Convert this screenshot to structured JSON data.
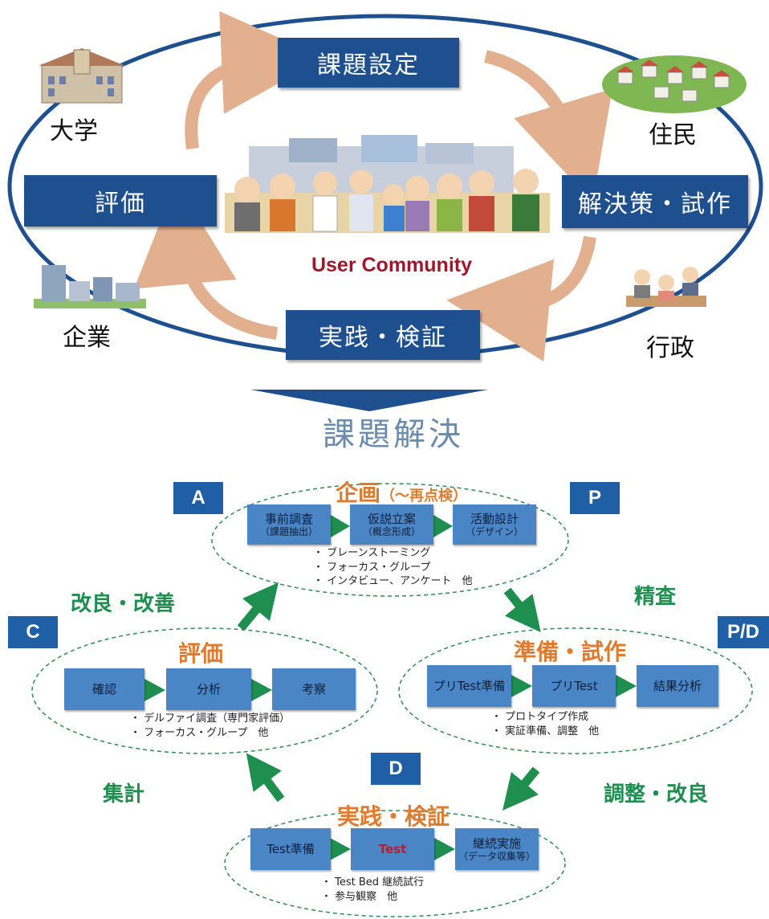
{
  "top_cycle": {
    "steps": {
      "issue_setting": "課題設定",
      "solution_trial": "解決策・試作",
      "practice_verify": "実践・検証",
      "evaluation": "評価"
    },
    "center_label": "User Community",
    "stakeholders": {
      "university": "大学",
      "residents": "住民",
      "company": "企業",
      "government": "行政"
    },
    "result": "課題解決"
  },
  "pdca": {
    "letters": {
      "a": "A",
      "p": "P",
      "c": "C",
      "pd": "P/D",
      "d": "D"
    },
    "plan": {
      "title": "企画",
      "title_sub": "（～再点検）",
      "steps": [
        {
          "l1": "事前調査",
          "l2": "（課題抽出）"
        },
        {
          "l1": "仮説立案",
          "l2": "（概念形成）"
        },
        {
          "l1": "活動設計",
          "l2": "（デザイン）"
        }
      ],
      "bullets": [
        "ブレーンストーミング",
        "フォーカス・グループ",
        "インタビュー、アンケート　他"
      ]
    },
    "prep": {
      "title": "準備・試作",
      "steps": [
        "プリTest準備",
        "プリTest",
        "結果分析"
      ],
      "bullets": [
        "プロトタイプ作成",
        "実証準備、調整　他"
      ]
    },
    "eval": {
      "title": "評価",
      "steps": [
        "確認",
        "分析",
        "考察"
      ],
      "bullets": [
        "デルファイ調査（専門家評価）",
        "フォーカス・グループ　他"
      ]
    },
    "practice": {
      "title": "実践・検証",
      "steps": [
        {
          "l1": "Test準備",
          "l2": ""
        },
        {
          "l1": "Test",
          "l2": ""
        },
        {
          "l1": "継続実施",
          "l2": "（データ収集等）"
        }
      ],
      "bullets": [
        "Test  Bed  継続試行",
        "参与観察　他"
      ]
    },
    "transitions": {
      "improve": "改良・改善",
      "scrutinize": "精査",
      "aggregate": "集計",
      "adjust": "調整・改良"
    }
  },
  "colors": {
    "navy": "#1e4f8f",
    "step_blue": "#4a86c5",
    "phase_orange": "#e07a2c",
    "label_green": "#1e8f4e",
    "accent_red": "#a0172c"
  }
}
